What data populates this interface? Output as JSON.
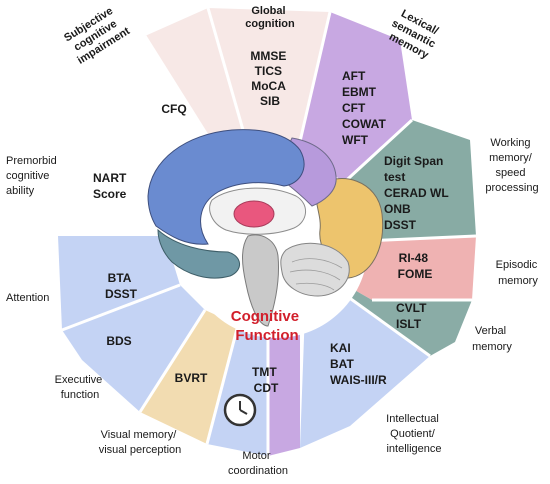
{
  "center_title": [
    "Cognitive",
    "Function"
  ],
  "colors": {
    "subjective": "#f7e8e6",
    "global": "#f7e8e6",
    "lexical": "#c8a8e2",
    "working": "#88aba4",
    "episodic": "#efb2b2",
    "verbal": "#8aaca6",
    "intellectual": "#c4d3f4",
    "motor_left": "#c4d3f4",
    "motor_right": "#c8a8e2",
    "visual": "#f2dcb1",
    "executive": "#c4d3f4",
    "attention": "#c4d3f4",
    "center_text": "#d21f2b"
  },
  "domains": {
    "subjective": {
      "label": [
        "Subjective",
        "cognitive",
        "impairment"
      ],
      "tests": [
        "CFQ"
      ]
    },
    "global": {
      "label": [
        "Global",
        "cognition"
      ],
      "tests": [
        "MMSE",
        "TICS",
        "MoCA",
        "SIB"
      ]
    },
    "lexical": {
      "label": [
        "Lexical/",
        "semantic",
        "memory"
      ],
      "tests": [
        "AFT",
        "EBMT",
        "CFT",
        "COWAT",
        "WFT"
      ]
    },
    "working": {
      "label": [
        "Working",
        "memory/",
        "speed",
        "processing"
      ],
      "tests": [
        "Digit Span",
        "test",
        "CERAD WL",
        "ONB",
        "DSST"
      ]
    },
    "episodic": {
      "label": [
        "Episodic",
        "memory"
      ],
      "tests": [
        "RI-48",
        "FOME"
      ]
    },
    "verbal": {
      "label": [
        "Verbal",
        "memory"
      ],
      "tests": [
        "CVLT",
        "ISLT"
      ]
    },
    "intellectual": {
      "label": [
        "Intellectual",
        "Quotient/",
        "intelligence"
      ],
      "tests": [
        "KAI",
        "BAT",
        "WAIS-III/R"
      ]
    },
    "motor": {
      "label": [
        "Motor",
        "coordination"
      ],
      "tests": [
        "TMT",
        "CDT"
      ]
    },
    "visual": {
      "label": [
        "Visual memory/",
        "visual perception"
      ],
      "tests": [
        "BVRT"
      ]
    },
    "executive": {
      "label": [
        "Executive",
        "function"
      ],
      "tests": [
        "BDS"
      ]
    },
    "attention": {
      "label": [
        "Attention"
      ],
      "tests": [
        "BTA",
        "DSST"
      ]
    },
    "premorbid": {
      "label": [
        "Premorbid",
        "cognitive",
        "ability"
      ],
      "tests": [
        "NART",
        "Score"
      ]
    }
  }
}
